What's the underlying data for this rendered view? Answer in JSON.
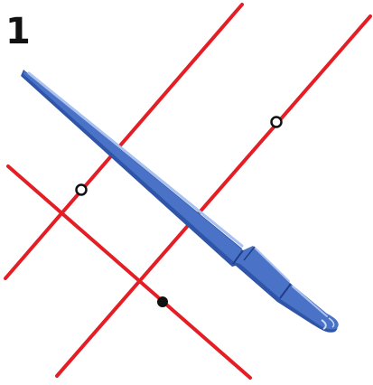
{
  "step": {
    "label": "1"
  },
  "colors": {
    "line": "#e41e25",
    "pen": "#4a72c6",
    "pen_dark": "#2f55a8",
    "pen_light": "#a9c2ef",
    "point_outline": "#111111",
    "point_fill_open": "#ffffff",
    "point_fill_solid": "#111111"
  },
  "elements": {
    "lines": [
      "line-a",
      "line-b",
      "line-c"
    ],
    "points": [
      {
        "name": "open-point-1",
        "style": "open"
      },
      {
        "name": "open-point-2",
        "style": "open"
      },
      {
        "name": "solid-point",
        "style": "solid"
      }
    ],
    "pen_icon": "stylus-pen-icon"
  }
}
